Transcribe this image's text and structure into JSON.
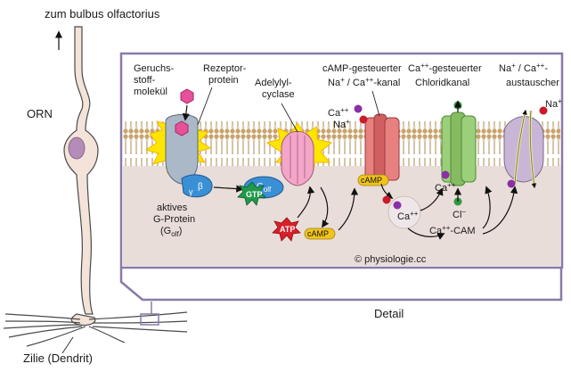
{
  "labels": {
    "bulbus": "zum bulbus olfactorius",
    "orn": "ORN",
    "zilie": "Zilie (Dendrit)",
    "detail": "Detail",
    "copyright": "© physiologie.cc",
    "geruch_1": "Geruchs-",
    "geruch_2": "stoff-",
    "geruch_3": "molekül",
    "rezeptor_1": "Rezeptor-",
    "rezeptor_2": "protein",
    "adenylyl_1": "Adelylyl-",
    "adenylyl_2": "cyclase",
    "camp_kanal_1": "cAMP-gesteuerter",
    "camp_kanal_2_a": "Na",
    "camp_kanal_2_b": "+",
    "camp_kanal_2_c": " / Ca",
    "camp_kanal_2_d": "++",
    "camp_kanal_2_e": "-kanal",
    "chlorid_1_a": "Ca",
    "chlorid_1_b": "++",
    "chlorid_1_c": "-gesteuerter",
    "chlorid_2": "Chloridkanal",
    "austausch_1_a": "Na",
    "austausch_1_b": "+",
    "austausch_1_c": " / Ca",
    "austausch_1_d": "++",
    "austausch_1_e": "-",
    "austausch_2": "austauscher",
    "aktives_1": "aktives",
    "aktives_2": "G-Protein",
    "aktives_3_a": "(G",
    "aktives_3_b": "olf",
    "aktives_3_c": ")",
    "ion_ca": "Ca",
    "ion_ca_sup": "++",
    "ion_na": "Na",
    "ion_na_sup": "+",
    "ion_cl": "Cl",
    "ion_cl_sup": "−",
    "camp_cam_a": "Ca",
    "camp_cam_b": "++",
    "camp_cam_c": "-CAM",
    "camp_tag": "cAMP",
    "camp_free": "cAMP",
    "gtp": "GTP",
    "atp": "ATP",
    "beta": "β",
    "gamma": "γ",
    "golf_a": "G",
    "golf_b": "olf"
  },
  "colors": {
    "membrane_head": "#c8a36a",
    "membrane_tail": "#e8d7b4",
    "cytoplasm": "#e9ddd9",
    "frame": "#8a7aa8",
    "neuron_fill": "#f3e3d8",
    "nucleus": "#b58cb8",
    "receptor": "#aab8c8",
    "odorant": "#e8509a",
    "gprotein": "#3b8fd4",
    "cyclase": "#f3a6c8",
    "camp_channel": "#e88080",
    "chloride_channel": "#9ccf7a",
    "exchanger": "#c9b6d6",
    "atp": "#d8202a",
    "gtp": "#1f9a4a",
    "camp": "#f0c419",
    "calcium": "#8a2fa6",
    "sodium": "#cc1a2a",
    "chloride": "#2f9a3f"
  }
}
